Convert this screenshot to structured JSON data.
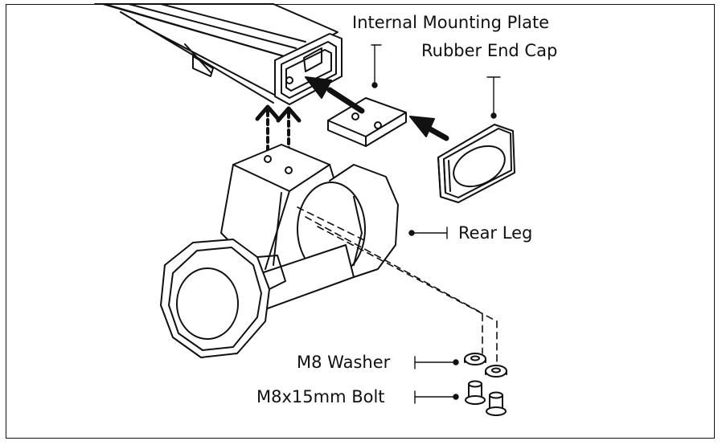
{
  "diagram": {
    "labels": {
      "mounting_plate": "Internal Mounting Plate",
      "end_cap": "Rubber End Cap",
      "rear_leg": "Rear Leg",
      "washer": "M8 Washer",
      "bolt": "M8x15mm Bolt"
    },
    "colors": {
      "ink": "#111111",
      "paper": "#ffffff"
    }
  }
}
